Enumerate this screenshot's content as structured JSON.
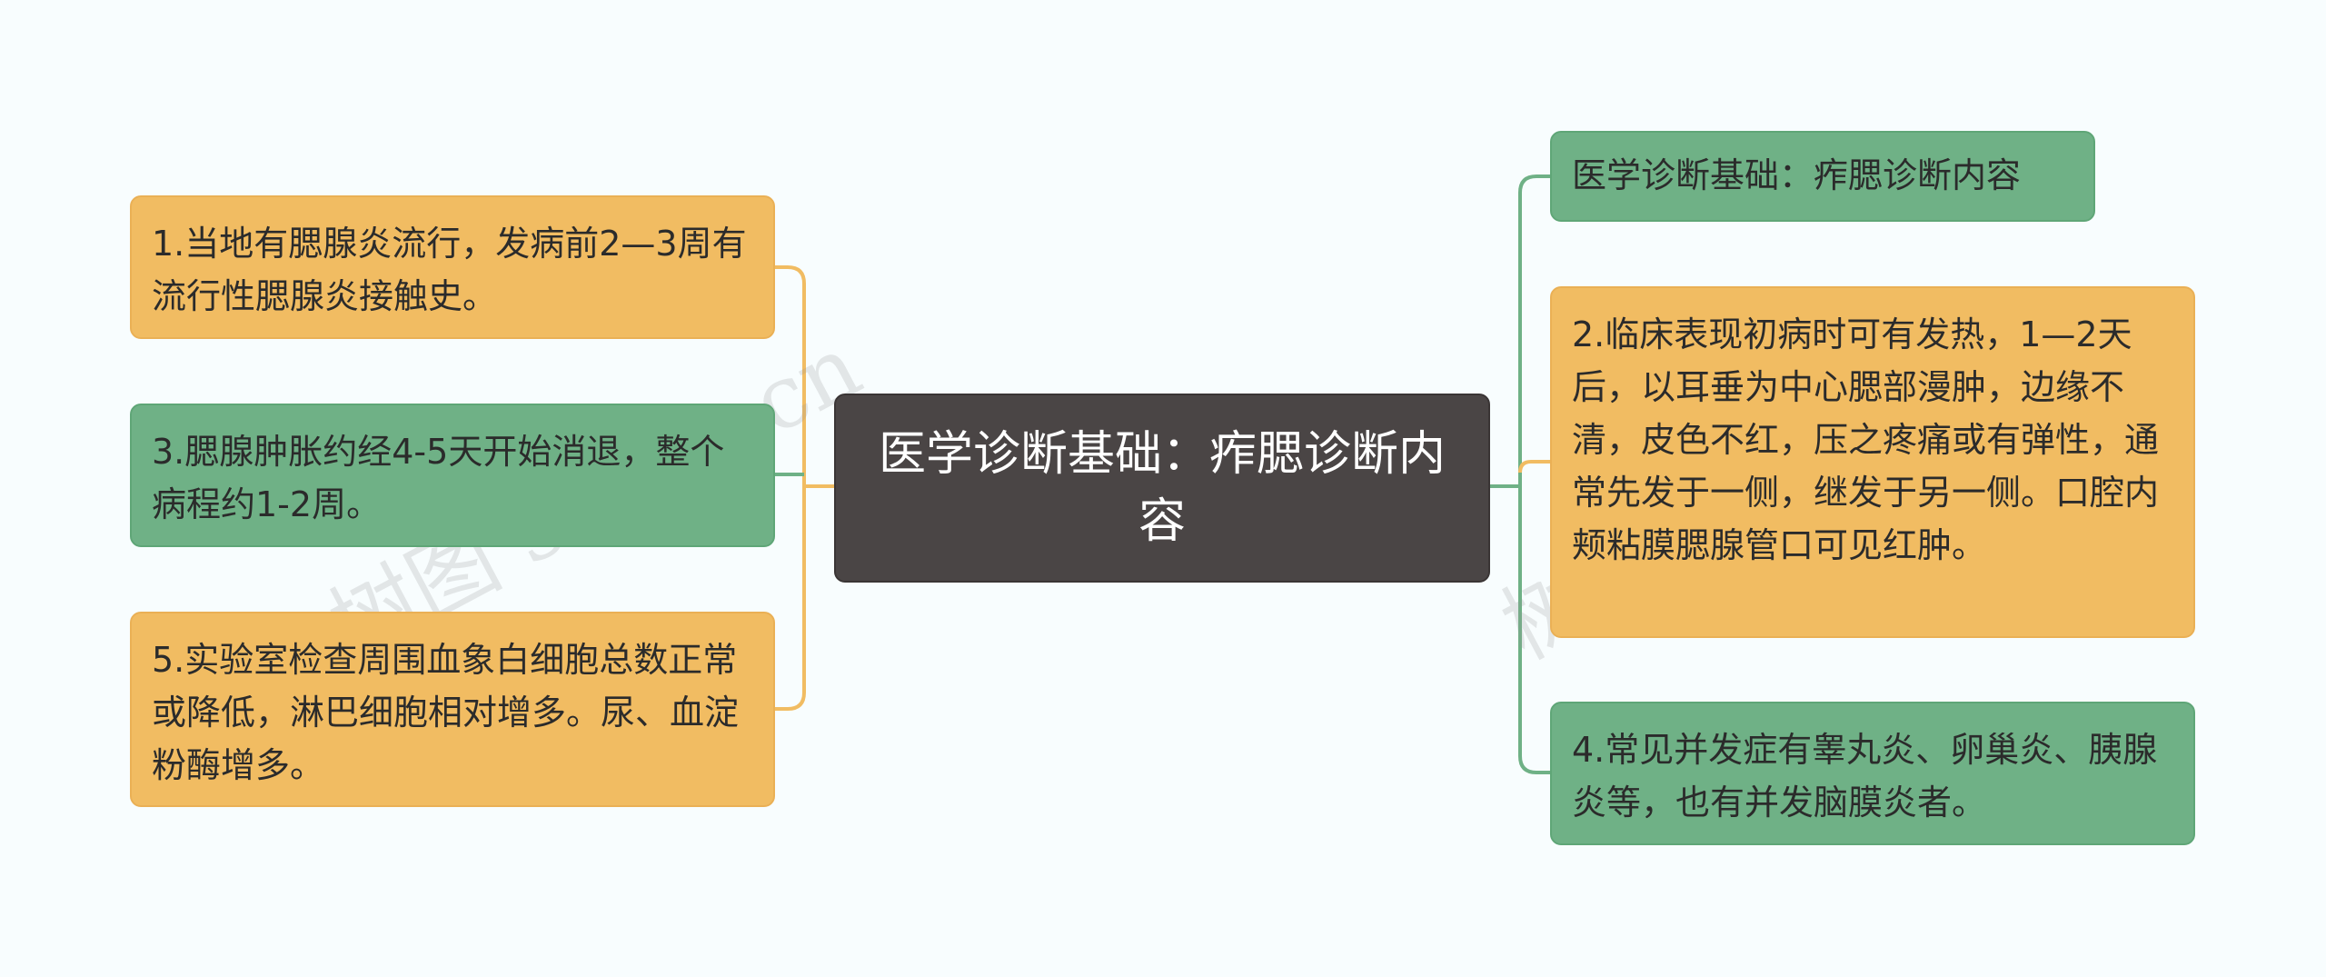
{
  "central": {
    "text": "医学诊断基础：痄腮诊断内容"
  },
  "left_nodes": [
    {
      "text": "1.当地有腮腺炎流行，发病前2—3周有流行性腮腺炎接触史。",
      "color": "#f1bc62"
    },
    {
      "text": "3.腮腺肿胀约经4-5天开始消退，整个病程约1-2周。",
      "color": "#6fb186"
    },
    {
      "text": "5.实验室检查周围血象白细胞总数正常或降低，淋巴细胞相对增多。尿、血淀粉酶增多。",
      "color": "#f1bc62"
    }
  ],
  "right_nodes": [
    {
      "text": "医学诊断基础：痄腮诊断内容",
      "color": "#6fb186"
    },
    {
      "text": "2.临床表现初病时可有发热，1—2天后，以耳垂为中心腮部漫肿，边缘不清，皮色不红，压之疼痛或有弹性，通常先发于一侧，继发于另一侧。口腔内颊粘膜腮腺管口可见红肿。",
      "color": "#f1bc62"
    },
    {
      "text": "4.常见并发症有睾丸炎、卵巢炎、胰腺炎等，也有并发脑膜炎者。",
      "color": "#6fb186"
    }
  ],
  "watermarks": [
    "树图 shutu.cn",
    "树图 shutu.cn"
  ],
  "colors": {
    "background": "#f8fdfe",
    "orange_node": "#f1bc62",
    "green_node": "#6fb186",
    "center_node": "#4a4545",
    "orange_line": "#f1bc62",
    "green_line": "#6fb186"
  }
}
